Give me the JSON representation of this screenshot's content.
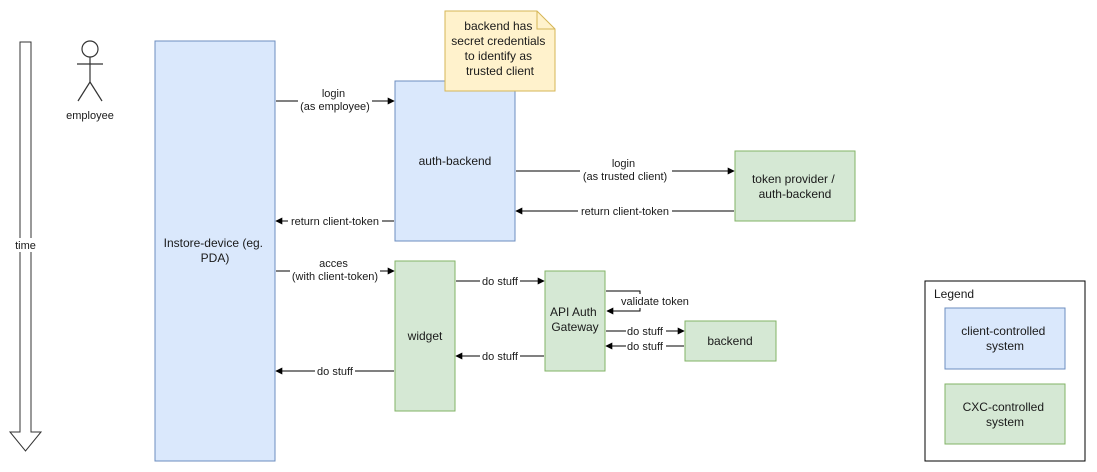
{
  "actor": {
    "label": "employee"
  },
  "timeline": {
    "label": "time"
  },
  "nodes": {
    "instore": [
      "Instore-device (eg.",
      "PDA)"
    ],
    "auth_backend": [
      "auth-backend"
    ],
    "token_provider": [
      "token provider /",
      "auth-backend"
    ],
    "widget": [
      "widget"
    ],
    "gateway": [
      "API Auth",
      "Gateway"
    ],
    "backend": [
      "backend"
    ]
  },
  "note": [
    "backend has",
    "secret credentials",
    "to identify as",
    "trusted client"
  ],
  "edges": {
    "login_employee": [
      "login",
      "(as employee)"
    ],
    "login_trusted": [
      "login",
      "(as trusted client)"
    ],
    "return_token_1": [
      "return client-token"
    ],
    "return_token_2": [
      "return client-token"
    ],
    "access": [
      "acces",
      "(with client-token)"
    ],
    "do_stuff_1": [
      "do stuff"
    ],
    "validate": [
      "validate token"
    ],
    "do_stuff_2": [
      "do stuff"
    ],
    "do_stuff_3": [
      "do stuff"
    ],
    "do_stuff_4": [
      "do stuff"
    ],
    "do_stuff_5": [
      "do stuff"
    ]
  },
  "legend": {
    "title": "Legend",
    "client": [
      "client-controlled",
      "system"
    ],
    "cxc": [
      "CXC-controlled",
      "system"
    ]
  },
  "colors": {
    "client_fill": "#dae8fc",
    "client_stroke": "#6c8ebf",
    "cxc_fill": "#d5e8d4",
    "cxc_stroke": "#82b366",
    "note_fill": "#fff2cc",
    "note_stroke": "#d6b656"
  }
}
